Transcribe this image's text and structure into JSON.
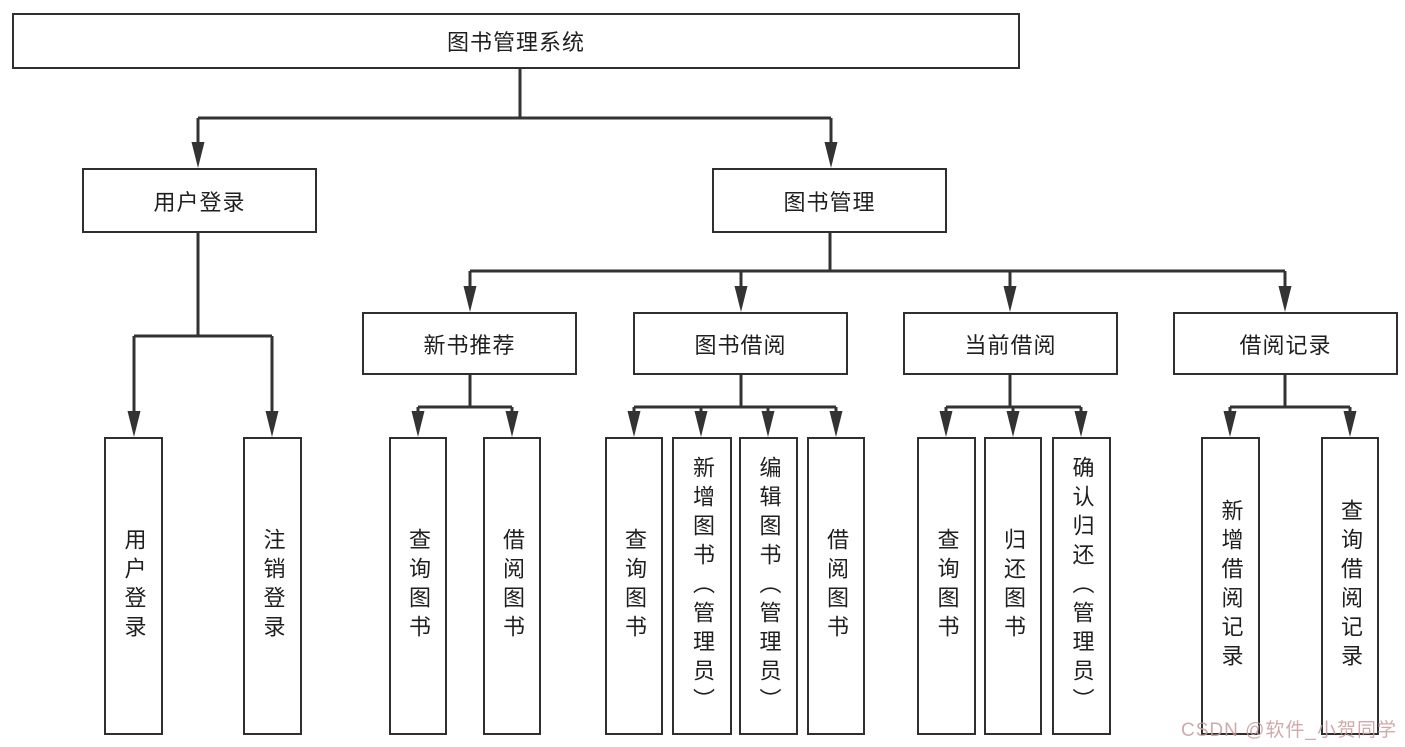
{
  "diagram": {
    "title": "图书管理系统",
    "branches": [
      {
        "label": "用户登录",
        "children": [
          {
            "label": "用户登录"
          },
          {
            "label": "注销登录"
          }
        ]
      },
      {
        "label": "图书管理",
        "children": [
          {
            "label": "新书推荐",
            "children": [
              {
                "label": "查询图书"
              },
              {
                "label": "借阅图书"
              }
            ]
          },
          {
            "label": "图书借阅",
            "children": [
              {
                "label": "查询图书"
              },
              {
                "label": "新增图书（管理员）"
              },
              {
                "label": "编辑图书（管理员）"
              },
              {
                "label": "借阅图书"
              }
            ]
          },
          {
            "label": "当前借阅",
            "children": [
              {
                "label": "查询图书"
              },
              {
                "label": "归还图书"
              },
              {
                "label": "确认归还（管理员）"
              }
            ]
          },
          {
            "label": "借阅记录",
            "children": [
              {
                "label": "新增借阅记录"
              },
              {
                "label": "查询借阅记录"
              }
            ]
          }
        ]
      }
    ],
    "watermark": "CSDN @软件_小贺同学",
    "colors": {
      "line": "#333333",
      "box_border": "#2f2f2f",
      "box_background": "#ffffff",
      "text": "#1f1f1f",
      "watermark": "#c89c9c"
    }
  }
}
